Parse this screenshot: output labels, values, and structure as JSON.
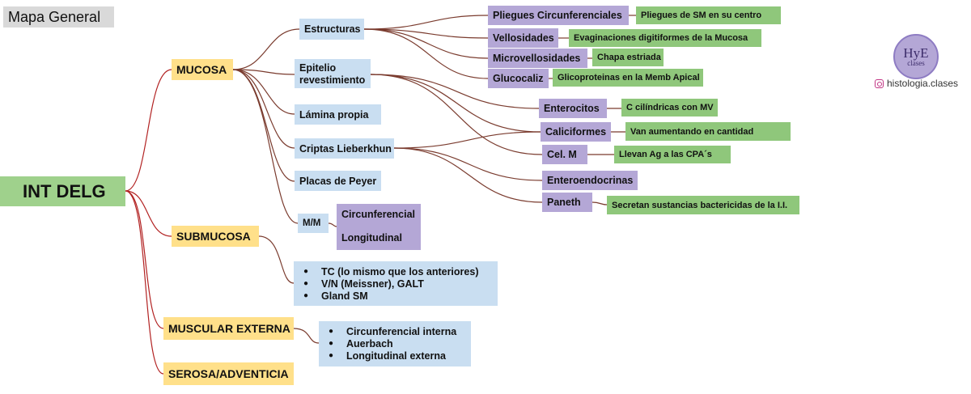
{
  "title": "Mapa General",
  "root": "INT DELG",
  "mucosa": {
    "label": "MUCOSA",
    "estructuras": "Estructuras",
    "epitelio_line1": "Epitelio",
    "epitelio_line2": "revestimiento",
    "lamina": "Lámina propia",
    "criptas": "Criptas Lieberkhun",
    "placas": "Placas de Peyer",
    "mm": "M/M"
  },
  "estructuras_items": [
    {
      "label": "Pliegues Circunferenciales",
      "desc": "Pliegues de SM en su centro"
    },
    {
      "label": "Vellosidades",
      "desc": "Evaginaciones digitiformes de la Mucosa"
    },
    {
      "label": "Microvellosidades",
      "desc": "Chapa estriada"
    },
    {
      "label": "Glucocaliz",
      "desc": "Glicoproteinas en la Memb Apical"
    }
  ],
  "cells": [
    {
      "label": "Enterocitos",
      "desc": "C cilíndricas con MV"
    },
    {
      "label": "Caliciformes",
      "desc": "Van aumentando en cantidad"
    },
    {
      "label": "Cel. M",
      "desc": "Llevan Ag a las CPA´s"
    },
    {
      "label": "Enteroendocrinas",
      "desc": ""
    },
    {
      "label": "Paneth",
      "desc": "Secretan sustancias bactericidas de la I.I."
    }
  ],
  "mm_layers": [
    "Circunferencial",
    "Longitudinal"
  ],
  "submucosa": {
    "label": "SUBMUCOSA",
    "items": [
      "TC (lo mismo que los anteriores)",
      "V/N (Meissner), GALT",
      "Gland SM"
    ]
  },
  "muscular": {
    "label": "MUSCULAR EXTERNA",
    "items": [
      "Circunferencial interna",
      "Auerbach",
      "Longitudinal externa"
    ]
  },
  "serosa": {
    "label": "SEROSA/ADVENTICIA"
  },
  "brand": {
    "logo_big": "HyE",
    "logo_small": "clases",
    "handle": "histologia.clases"
  },
  "colors": {
    "red_link": "#c0392b",
    "brown_link": "#7a3b2e"
  }
}
